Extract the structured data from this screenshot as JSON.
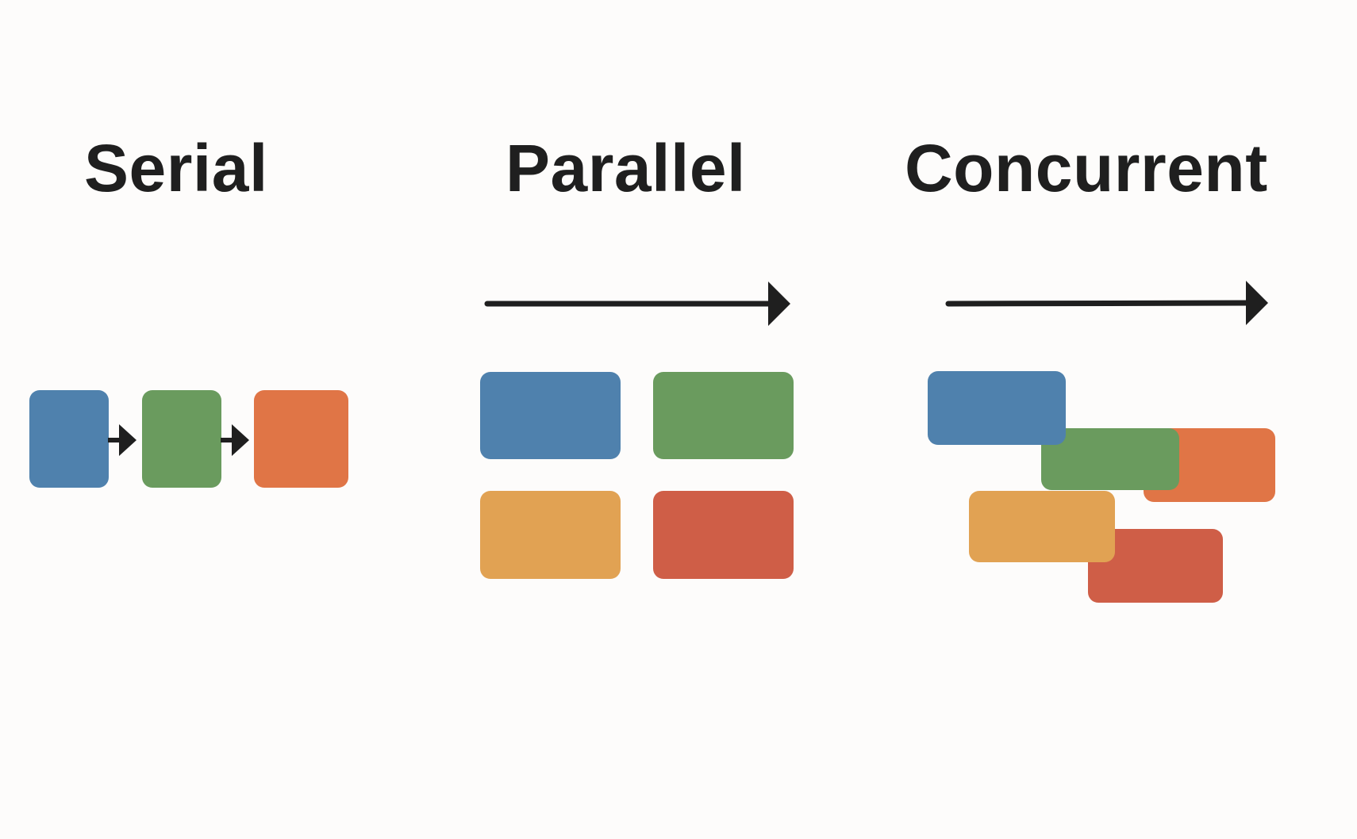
{
  "headings": {
    "serial": "Serial",
    "parallel": "Parallel",
    "concurrent": "Concurrent"
  },
  "colors": {
    "background": "#fdfcfb",
    "text": "#1f1f1f",
    "arrow": "#1f1f1f",
    "blue": "#4f81ad",
    "green": "#6a9b5e",
    "orange": "#e07546",
    "yellow": "#e1a253",
    "red": "#cf5e47"
  }
}
